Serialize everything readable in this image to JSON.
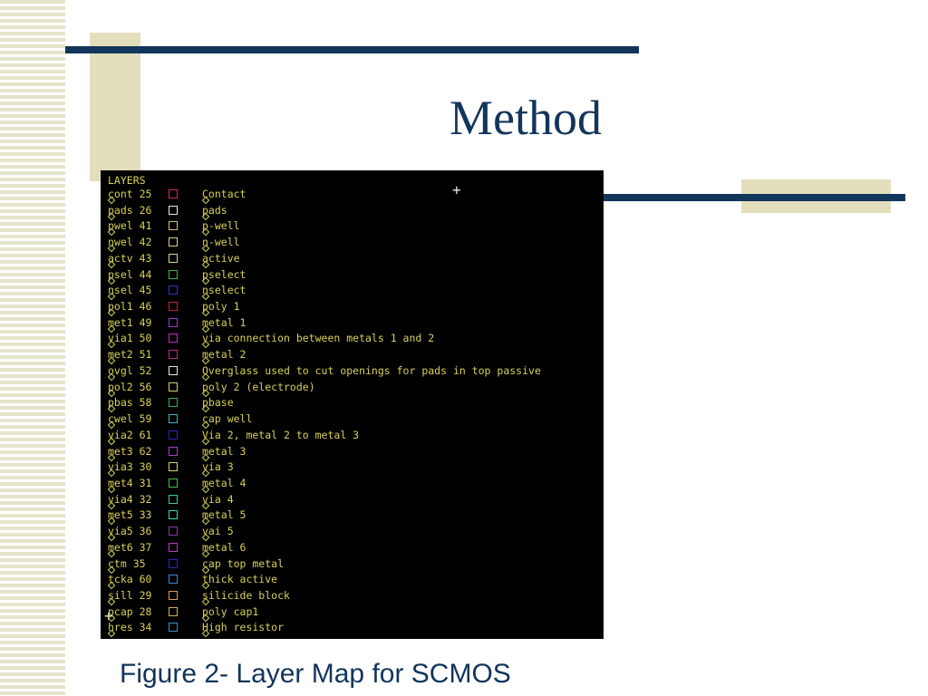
{
  "slide": {
    "title": "Method",
    "caption": "Figure 2- Layer Map for SCMOS"
  },
  "colors": {
    "title": "#12355b",
    "rule": "#12355b",
    "accent_tan": "#e3dfbd",
    "screen_bg": "#000000",
    "screen_text": "#d8d058"
  },
  "screen": {
    "header": "LAYERS",
    "layers": [
      {
        "code": "cont 25",
        "color": "#d4287a",
        "description": "Contact"
      },
      {
        "code": "pads 26",
        "color": "#e8e8e8",
        "description": "pads"
      },
      {
        "code": "pwel 41",
        "color": "#d8c070",
        "description": "p-well"
      },
      {
        "code": "nwel 42",
        "color": "#e0d08a",
        "description": "n-well"
      },
      {
        "code": "actv 43",
        "color": "#e0d890",
        "description": "active"
      },
      {
        "code": "psel 44",
        "color": "#3cb84a",
        "description": "pselect"
      },
      {
        "code": "nsel 45",
        "color": "#2a3cc8",
        "description": "nselect"
      },
      {
        "code": "pol1 46",
        "color": "#d01e2a",
        "description": "poly 1"
      },
      {
        "code": "met1 49",
        "color": "#9a3cd0",
        "description": "metal 1"
      },
      {
        "code": "via1 50",
        "color": "#c82ad0",
        "description": "via connection between metals 1 and 2"
      },
      {
        "code": "met2 51",
        "color": "#c02a8c",
        "description": "metal 2"
      },
      {
        "code": "ovgl 52",
        "color": "#e8e8e8",
        "description": "Overglass used to cut openings for pads in top passive"
      },
      {
        "code": "pol2 56",
        "color": "#d8d070",
        "description": "poly 2 (electrode)"
      },
      {
        "code": "pbas 58",
        "color": "#3cb060",
        "description": "pbase"
      },
      {
        "code": "cwel 59",
        "color": "#3ab8c0",
        "description": "cap well"
      },
      {
        "code": "via2 61",
        "color": "#2a2ab8",
        "description": "Via 2, metal 2 to metal 3"
      },
      {
        "code": "met3 62",
        "color": "#a040d8",
        "description": "metal 3"
      },
      {
        "code": "via3 30",
        "color": "#d8d070",
        "description": "via 3"
      },
      {
        "code": "met4 31",
        "color": "#40c050",
        "description": "metal 4"
      },
      {
        "code": "via4 32",
        "color": "#40c8a0",
        "description": "via 4"
      },
      {
        "code": "met5 33",
        "color": "#40d0c0",
        "description": "metal 5"
      },
      {
        "code": "via5 36",
        "color": "#8a3ab0",
        "description": "vai 5"
      },
      {
        "code": "met6 37",
        "color": "#c030c8",
        "description": "metal 6"
      },
      {
        "code": "ctm 35",
        "color": "#2a2ac8",
        "description": "cap top metal"
      },
      {
        "code": "tcka 60",
        "color": "#3a8ad8",
        "description": "thick active"
      },
      {
        "code": "sill 29",
        "color": "#d8a050",
        "description": "silicide block"
      },
      {
        "code": "pcap 28",
        "color": "#d8b060",
        "description": "poly cap1"
      },
      {
        "code": "hres 34",
        "color": "#3a90c8",
        "description": "High resistor"
      }
    ]
  }
}
